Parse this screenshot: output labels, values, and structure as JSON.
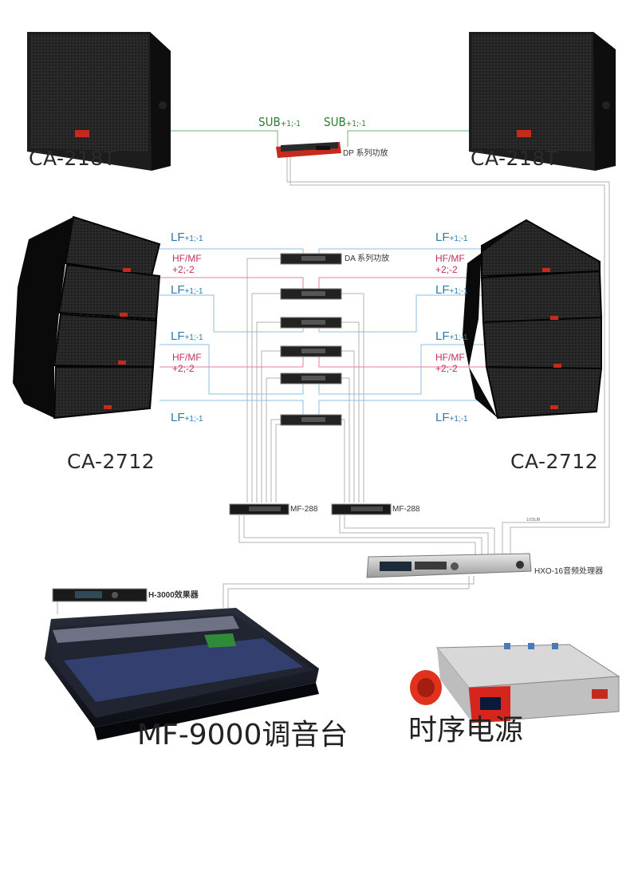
{
  "speakers": {
    "sub_left": "CA-218T",
    "sub_right": "CA-218T",
    "array_left": "CA-2712",
    "array_right": "CA-2712"
  },
  "signals": {
    "sub_left": "SUB",
    "sub_right": "SUB",
    "sub_suffix": "+1;-1",
    "lf": "LF",
    "lf_suffix": "+1;-1",
    "hf": "HF/MF",
    "hf_suffix": "+2;-2"
  },
  "devices": {
    "dp_amp": "DP 系列功放",
    "da_amp": "DA 系列功放",
    "mf288_left": "MF-288",
    "mf288_right": "MF-288",
    "processor": "HXO-16音频处理器",
    "effects": "H-3000效果器",
    "mixer": "MF-9000调音台",
    "power": "时序电源"
  },
  "cable_tags": {
    "sub_feed": "1/2SUB"
  },
  "colors": {
    "sub_line": "#5aa868",
    "lf_line": "#7cb4d8",
    "hf_line": "#d8739a",
    "cable": "#a9a9a9",
    "amp_red": "#c42a1e"
  }
}
